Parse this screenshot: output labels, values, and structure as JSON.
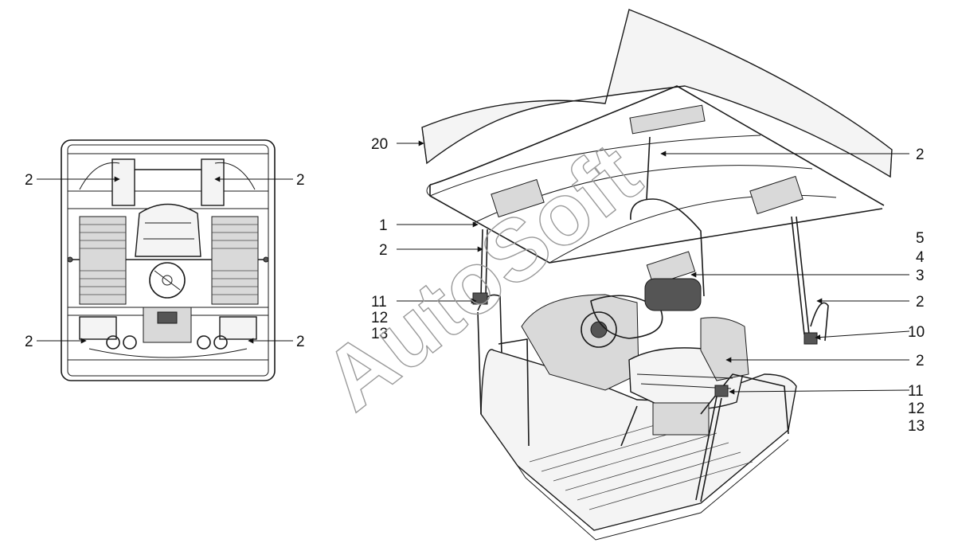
{
  "watermark": "AutoSoft",
  "left_view": {
    "labels": [
      "2",
      "2",
      "2",
      "2"
    ]
  },
  "right_view": {
    "labels": [
      "20",
      "1",
      "2",
      "11",
      "12",
      "13",
      "2",
      "5",
      "4",
      "3",
      "2",
      "10",
      "2",
      "11",
      "12",
      "13"
    ]
  }
}
